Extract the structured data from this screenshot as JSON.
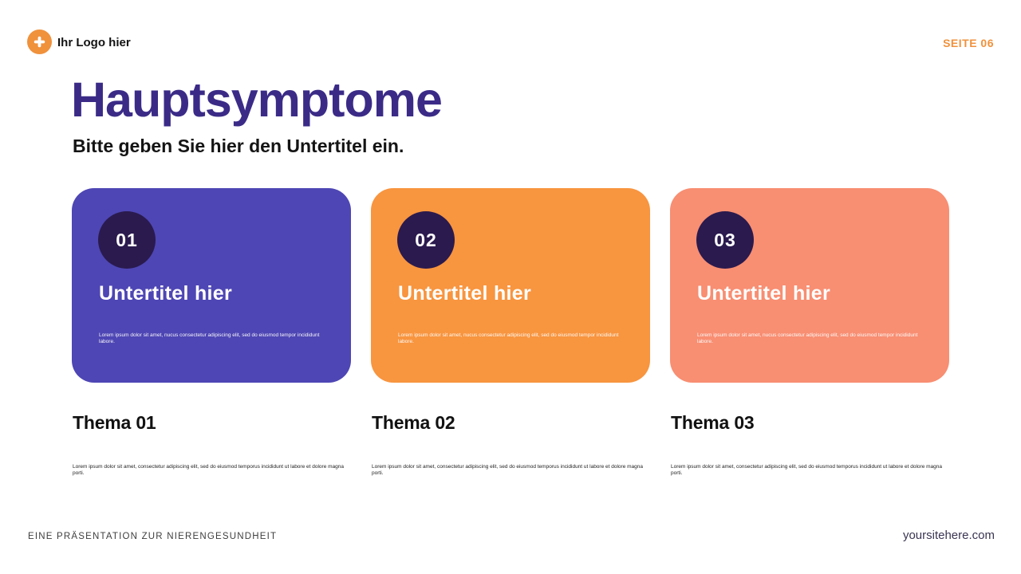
{
  "header": {
    "logo_text": "Ihr Logo hier",
    "logo_icon": "plus-icon",
    "page_label": "SEITE 06"
  },
  "title": "Hauptsymptome",
  "subtitle": "Bitte geben Sie hier den Untertitel ein.",
  "cards": [
    {
      "number": "01",
      "title": "Untertitel hier",
      "body": "Lorem ipsum dolor sit amet, nucus consectetur adipiscing elit, sed do eiusmod tempor incididunt labore.",
      "color": "#4E46B4"
    },
    {
      "number": "02",
      "title": "Untertitel hier",
      "body": "Lorem ipsum dolor sit amet, nucus consectetur adipiscing elit, sed do eiusmod tempor incididunt labore.",
      "color": "#F8953F"
    },
    {
      "number": "03",
      "title": "Untertitel hier",
      "body": "Lorem ipsum dolor sit amet, nucus consectetur adipiscing elit, sed do eiusmod tempor incididunt labore.",
      "color": "#F88E72"
    }
  ],
  "topics": [
    {
      "title": "Thema 01",
      "body": "Lorem ipsum dolor sit amet, consectetur adipiscing elit, sed do eiusmod temporus incididunt ut labore et dolore magna porti."
    },
    {
      "title": "Thema 02",
      "body": "Lorem ipsum dolor sit amet, consectetur adipiscing elit, sed do eiusmod temporus incididunt ut labore et dolore magna porti."
    },
    {
      "title": "Thema 03",
      "body": "Lorem ipsum dolor sit amet, consectetur adipiscing elit, sed do eiusmod temporus incididunt ut labore et dolore magna porti."
    }
  ],
  "footer": {
    "left": "EINE PRÄSENTATION ZUR NIERENGESUNDHEIT",
    "right": "yoursitehere.com"
  },
  "colors": {
    "background": "#FFFFFF",
    "accent_orange": "#F0913C",
    "title_purple": "#3B2B87",
    "card_purple": "#4E46B4",
    "card_orange": "#F8953F",
    "card_salmon": "#F88E72",
    "badge_navy": "#2A1A4E"
  }
}
